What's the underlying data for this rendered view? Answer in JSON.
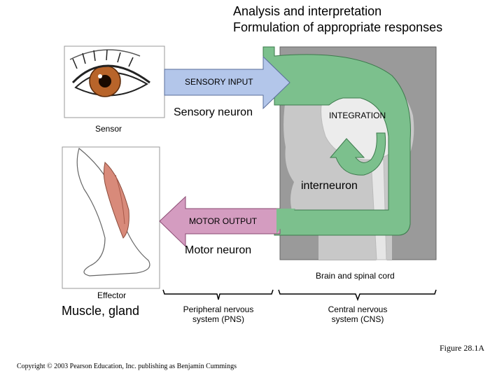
{
  "heading": {
    "line1": "Analysis and interpretation",
    "line2": "Formulation of appropriate responses"
  },
  "labels": {
    "sensory_input": "SENSORY INPUT",
    "sensory_neuron": "Sensory neuron",
    "integration": "INTEGRATION",
    "sensor": "Sensor",
    "interneuron": "interneuron",
    "motor_output": "MOTOR OUTPUT",
    "motor_neuron": "Motor neuron",
    "brain_spinal": "Brain and spinal cord",
    "effector": "Effector",
    "muscle_gland": "Muscle, gland",
    "pns_line1": "Peripheral nervous",
    "pns_line2": "system (PNS)",
    "cns_line1": "Central nervous",
    "cns_line2": "system (CNS)",
    "figure": "Figure 28.1A",
    "copyright": "Copyright © 2003 Pearson Education, Inc. publishing as Benjamin Cummings"
  },
  "colors": {
    "sensory_arrow": "#b3c6ea",
    "motor_arrow": "#d49cc0",
    "integration_loop": "#7cc08d",
    "head_background": "#9a9a9a",
    "iris": "#b8642a",
    "muscle": "#d88a7a"
  }
}
